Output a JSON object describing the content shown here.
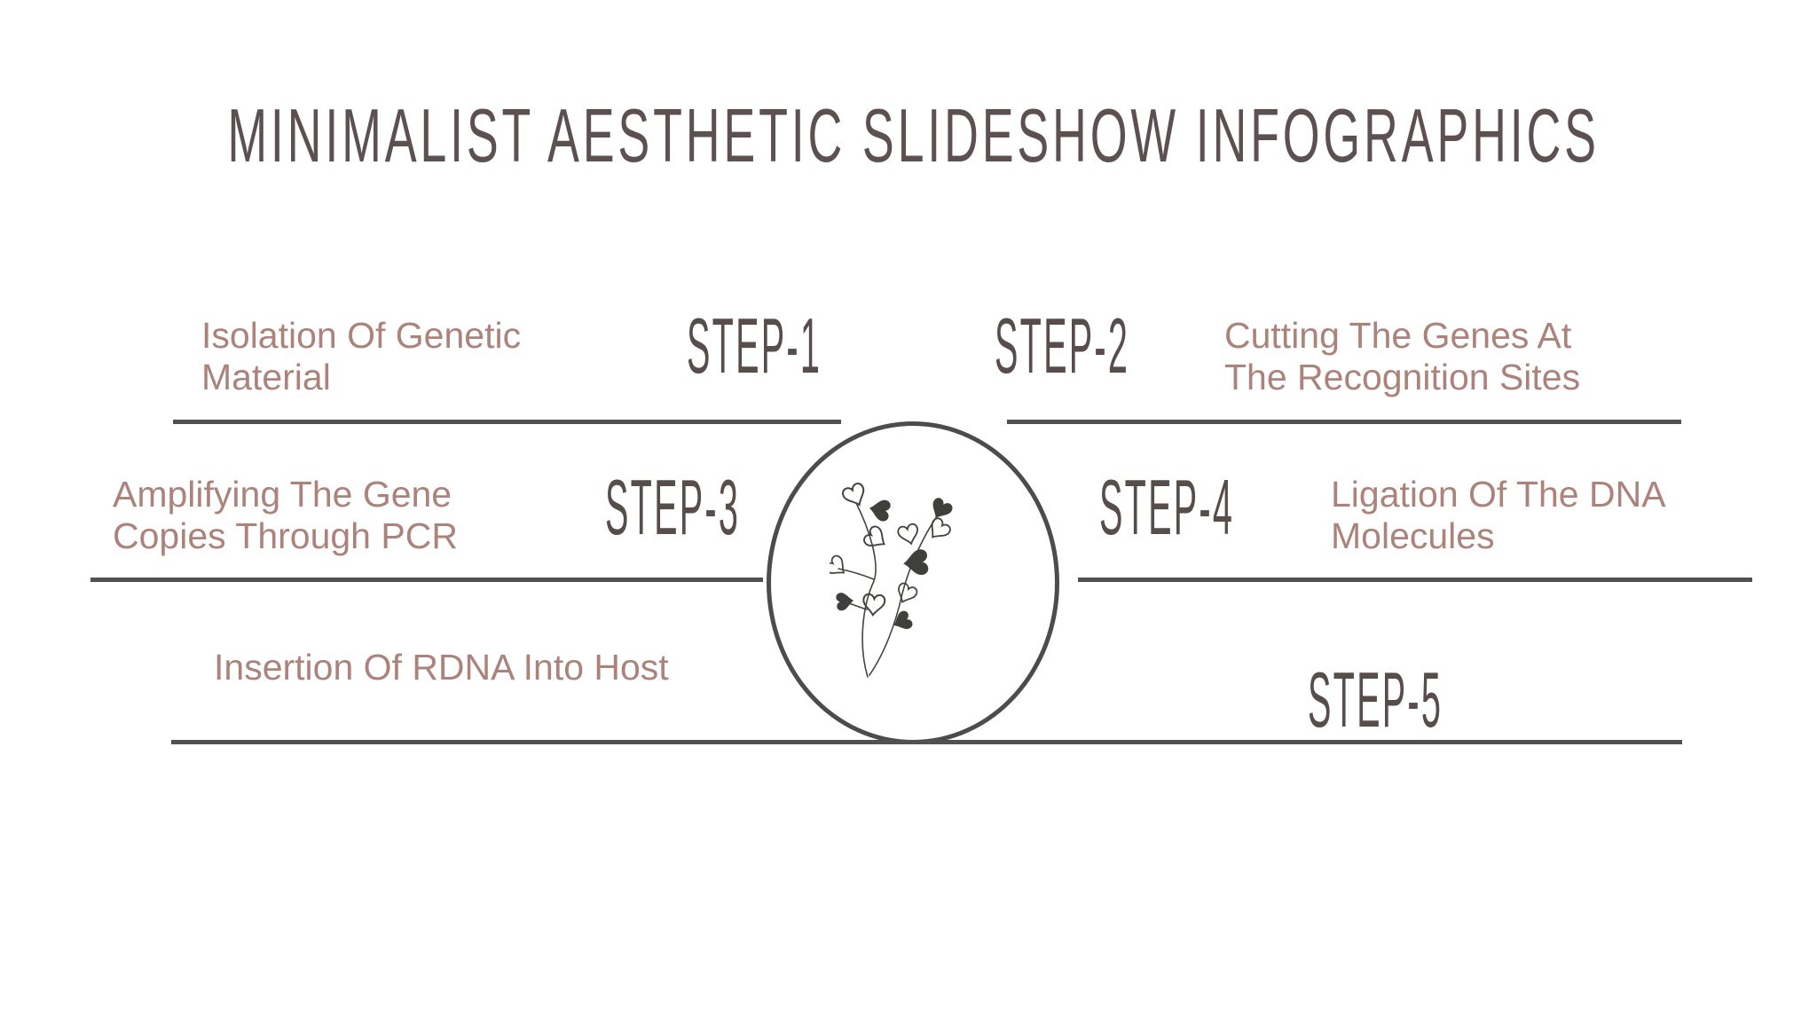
{
  "slide": {
    "title": "MINIMALIST AESTHETIC SLIDESHOW INFOGRAPHICS",
    "steps": [
      {
        "label": "STEP-1",
        "description": "Isolation Of Genetic Material"
      },
      {
        "label": "STEP-2",
        "description": "Cutting The Genes At The Recognition Sites"
      },
      {
        "label": "STEP-3",
        "description": "Amplifying The Gene Copies Through PCR"
      },
      {
        "label": "STEP-4",
        "description": "Ligation Of The DNA Molecules"
      },
      {
        "label": "STEP-5",
        "description": "Insertion Of RDNA Into Host"
      }
    ],
    "decoration": {
      "center_icon": "heart-floral-sprig-icon",
      "frame": "oval-frame"
    },
    "colors": {
      "background": "#ffffff",
      "title_text": "#5c5150",
      "step_label_text": "#574d4a",
      "description_text": "#ab837b",
      "divider_line": "#515151",
      "oval_stroke": "#4c4c4c",
      "floral_ink": "#45443f"
    }
  }
}
